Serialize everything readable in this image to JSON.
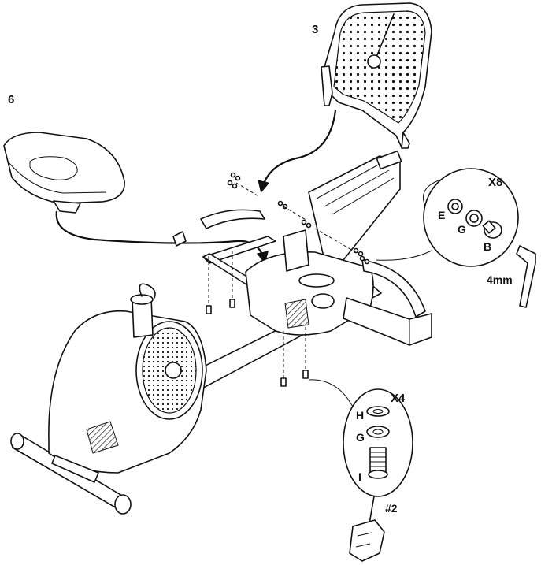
{
  "labels": {
    "part_backrest": "3",
    "part_seat": "6",
    "qty_top": "X8",
    "e": "E",
    "g_top": "G",
    "b": "B",
    "tool_top": "4mm",
    "qty_bottom": "X4",
    "h": "H",
    "g_bottom": "G",
    "i": "I",
    "tool_bottom": "#2"
  }
}
